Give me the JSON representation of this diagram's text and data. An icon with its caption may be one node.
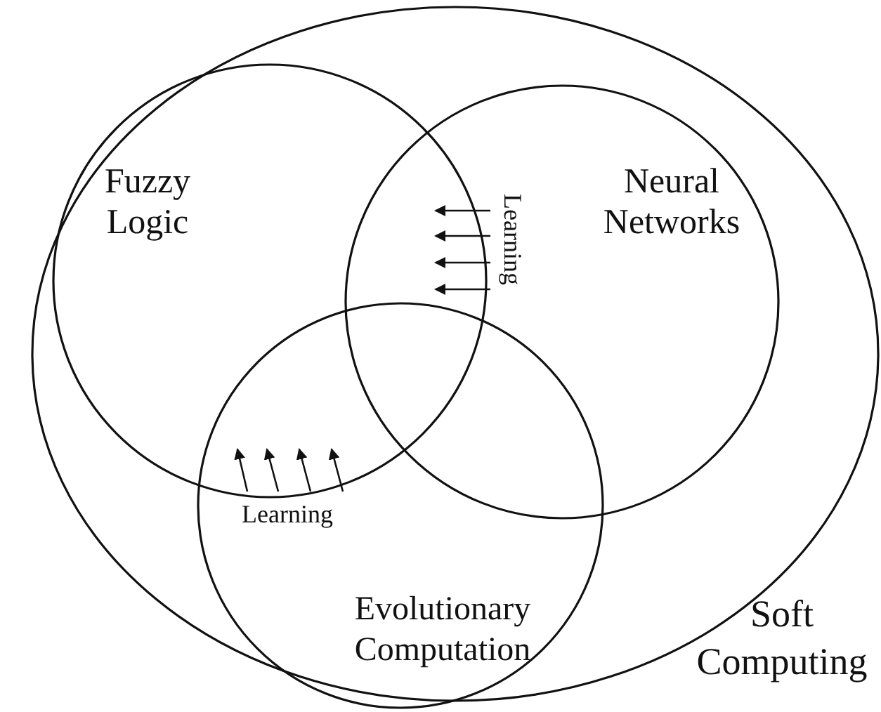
{
  "diagram": {
    "nodes": [
      {
        "text": [
          "Soft Computing"
        ]
      },
      {
        "text": [
          "Fuzzy Logic"
        ],
        "in": 0
      },
      {
        "text": [
          "Neural Networks"
        ],
        "in": 0
      },
      {
        "text": [
          "Evolutionary Computation"
        ],
        "in": 0
      }
    ],
    "edges": [
      {
        "from": 2,
        "to": 1,
        "arrow": "to"
      },
      {
        "from": 2,
        "to": 1,
        "arrow": "to"
      },
      {
        "from": 2,
        "to": 1,
        "arrow": "to"
      },
      {
        "from": 2,
        "to": 1,
        "arrow": "to"
      },
      {
        "from": 3,
        "to": 1,
        "arrow": "to"
      },
      {
        "from": 3,
        "to": 1,
        "arrow": "to"
      },
      {
        "from": 3,
        "to": 1,
        "arrow": "to"
      },
      {
        "from": 3,
        "to": 1,
        "arrow": "to"
      }
    ],
    "labels": [
      "Learning",
      "Learning"
    ]
  }
}
